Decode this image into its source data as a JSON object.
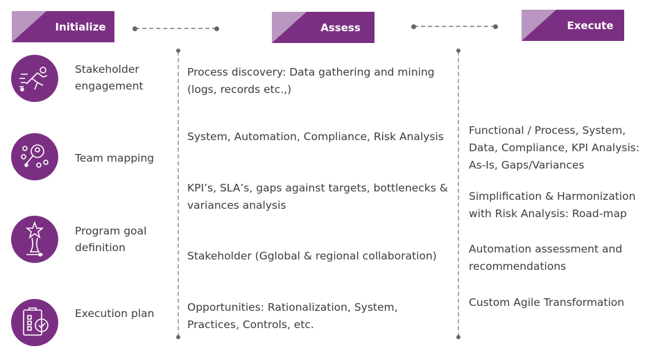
{
  "phases": {
    "initialize": "Initialize",
    "assess": "Assess",
    "execute": "Execute"
  },
  "initialize_items": [
    {
      "label": "Stakeholder engagement",
      "icon": "running-person-icon"
    },
    {
      "label": "Team mapping",
      "icon": "team-search-icon"
    },
    {
      "label": "Program goal definition",
      "icon": "trophy-star-icon"
    },
    {
      "label": "Execution plan",
      "icon": "checklist-icon"
    }
  ],
  "assess_items": [
    "Process discovery: Data gathering and mining (logs, records etc.,)",
    "System, Automation, Compliance, Risk Analysis",
    "KPI’s, SLA’s, gaps against targets, bottlenecks & variances analysis",
    "Stakeholder (Gglobal & regional collaboration)",
    "Opportunities: Rationalization, System, Practices, Controls, etc."
  ],
  "execute_items": [
    "Functional / Process, System, Data, Compliance, KPI Analysis: As-Is, Gaps/Variances",
    "Simplification & Harmonization with Risk Analysis: Road-map",
    "Automation assessment and recommendations",
    "Custom Agile Transformation"
  ],
  "colors": {
    "primary": "#7b2f82",
    "light": "#b997c0"
  }
}
